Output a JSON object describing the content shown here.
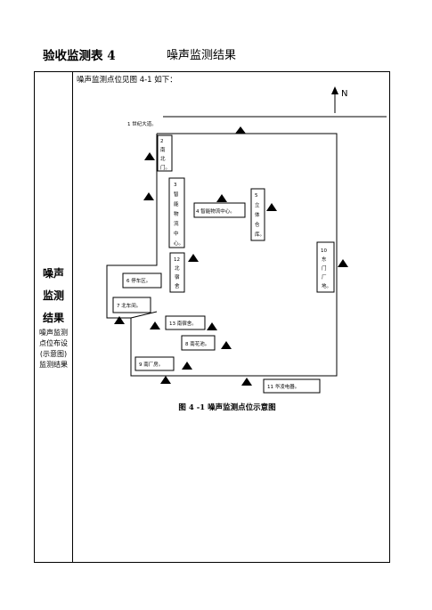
{
  "header": {
    "table_title": "验收监测表 4",
    "section_title": "噪声监测结果"
  },
  "sidebar": {
    "title_lines": [
      "噪声",
      "监测",
      "结果"
    ],
    "subtitle_lines": [
      "噪声监测",
      "点位布设",
      "(示意图)",
      "监测结果"
    ]
  },
  "content": {
    "intro": "噪声监测点位见图 4-1 如下：",
    "north_label": "N",
    "points": {
      "p1": "1 世纪大道。",
      "p2": [
        "2",
        "南",
        "北",
        "门。"
      ],
      "p3": [
        "3",
        "智",
        "能",
        "物",
        "流",
        "中",
        "心。"
      ],
      "p4": "4 智能物流中心。",
      "p5": [
        "5",
        "立",
        "体",
        "仓",
        "库。"
      ],
      "p6": "6 停车区。",
      "p7": "7 北车间。",
      "p8": "8 南花池。",
      "p9": "9 南厂房。",
      "p10": [
        "10",
        "东",
        "门",
        "厂",
        "地。"
      ],
      "p11": "11 华凌电器。",
      "p12": [
        "12",
        "北",
        "宿",
        "舍"
      ],
      "p13": "13 南宿舍。"
    },
    "caption": "图 4 -1 噪声监测点位示意图"
  },
  "colors": {
    "ink": "#000000"
  }
}
